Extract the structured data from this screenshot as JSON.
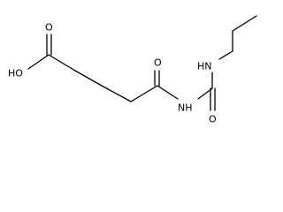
{
  "molecule": {
    "atoms": {
      "oh": "HO",
      "o_acid": "O",
      "o_amide": "O",
      "nh_imide": "NH",
      "o_urea": "O",
      "hn_propyl": "HN"
    }
  }
}
